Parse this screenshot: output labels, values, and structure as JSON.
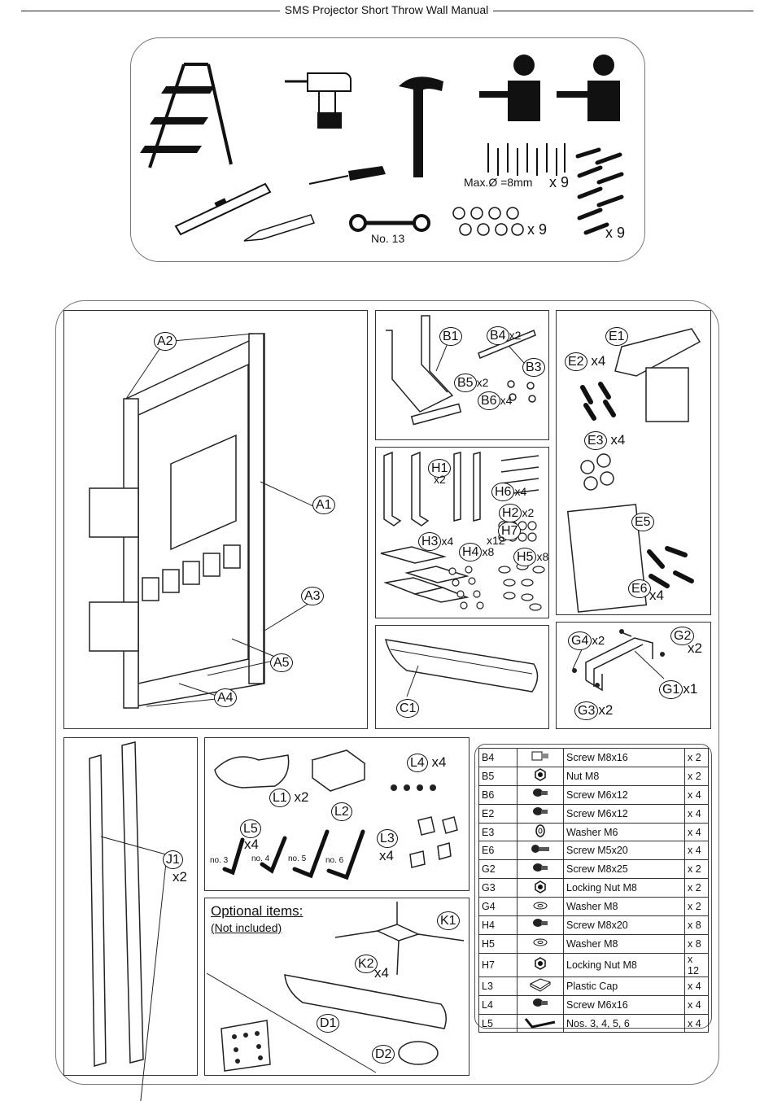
{
  "header": {
    "title": "SMS Projector Short Throw Wall Manual"
  },
  "tools": {
    "screws_label": "Max.Ø =8mm",
    "screws_qty": "x 9",
    "wrench_label": "No. 13",
    "washers_qty": "x 9",
    "plugs_qty": "x 9"
  },
  "panel_a": {
    "a1": "A1",
    "a2": "A2",
    "a3": "A3",
    "a4": "A4",
    "a5": "A5"
  },
  "panel_b": {
    "b1": "B1",
    "b3": "B3",
    "b4": "B4",
    "b4_qty": "x2",
    "b5": "B5",
    "b5_qty": "x2",
    "b6": "B6",
    "b6_qty": "x4"
  },
  "panel_e": {
    "e1": "E1",
    "e2": "E2",
    "e2_qty": "x4",
    "e3": "E3",
    "e3_qty": "x4",
    "e5": "E5",
    "e6": "E6",
    "e6_qty": "x4"
  },
  "panel_h": {
    "h1": "H1",
    "h1_qty": "x2",
    "h2": "H2",
    "h2_qty": "x2",
    "h3": "H3",
    "h3_qty": "x4",
    "h4": "H4",
    "h4_qty": "x8",
    "h5": "H5",
    "h5_qty": "x8",
    "h6": "H6",
    "h6_qty": "x4",
    "h7": "H7",
    "h7_qty": "x12"
  },
  "panel_c": {
    "c1": "C1"
  },
  "panel_g": {
    "g1": "G1",
    "g1_qty": "x1",
    "g2": "G2",
    "g2_qty": "x2",
    "g3": "G3",
    "g3_qty": "x2",
    "g4": "G4",
    "g4_qty": "x2"
  },
  "panel_j": {
    "j1": "J1",
    "j1_qty": "x2"
  },
  "panel_l": {
    "l1": "L1",
    "l1_qty": "x2",
    "l2": "L2",
    "l3": "L3",
    "l3_qty": "x4",
    "l4": "L4",
    "l4_qty": "x4",
    "l5": "L5",
    "l5_qty": "x4",
    "no3": "no. 3",
    "no4": "no. 4",
    "no5": "no. 5",
    "no6": "no. 6"
  },
  "optional": {
    "title": "Optional items:",
    "subtitle": "(Not included)",
    "k1": "K1",
    "k2": "K2",
    "k2_qty": "x4",
    "d1": "D1",
    "d2": "D2"
  },
  "parts": [
    {
      "code": "B4",
      "name": "Screw M8x16",
      "qty": "x 2",
      "icon": "hex-bolt-icon"
    },
    {
      "code": "B5",
      "name": "Nut M8",
      "qty": "x 2",
      "icon": "nut-icon"
    },
    {
      "code": "B6",
      "name": "Screw M6x12",
      "qty": "x 4",
      "icon": "screw-icon"
    },
    {
      "code": "E2",
      "name": "Screw M6x12",
      "qty": "x 4",
      "icon": "screw-icon"
    },
    {
      "code": "E3",
      "name": "Washer M6",
      "qty": "x 4",
      "icon": "washer-icon"
    },
    {
      "code": "E6",
      "name": "Screw M5x20",
      "qty": "x 4",
      "icon": "long-screw-icon"
    },
    {
      "code": "G2",
      "name": "Screw M8x25",
      "qty": "x 2",
      "icon": "screw-icon"
    },
    {
      "code": "G3",
      "name": "Locking Nut M8",
      "qty": "x 2",
      "icon": "nut-icon"
    },
    {
      "code": "G4",
      "name": "Washer M8",
      "qty": "x 2",
      "icon": "flat-washer-icon"
    },
    {
      "code": "H4",
      "name": "Screw M8x20",
      "qty": "x 8",
      "icon": "screw-icon"
    },
    {
      "code": "H5",
      "name": "Washer M8",
      "qty": "x 8",
      "icon": "flat-washer-icon"
    },
    {
      "code": "H7",
      "name": "Locking Nut M8",
      "qty": "x 12",
      "icon": "nut-icon"
    },
    {
      "code": "L3",
      "name": "Plastic Cap",
      "qty": "x 4",
      "icon": "cap-icon"
    },
    {
      "code": "L4",
      "name": "Screw M6x16",
      "qty": "x 4",
      "icon": "screw-icon"
    },
    {
      "code": "L5",
      "name": "Nos. 3, 4, 5, 6",
      "qty": "x 4",
      "icon": "allen-key-icon"
    }
  ]
}
